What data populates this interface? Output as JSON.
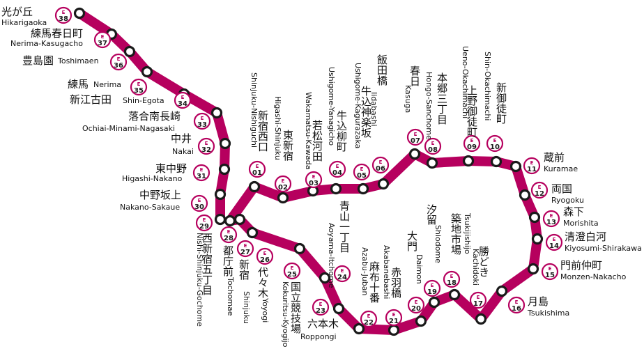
{
  "line": {
    "code": "E",
    "color": "#b6005e"
  },
  "stations": [
    {
      "num": "38",
      "jp": "光が丘",
      "en": "Hikarigaoka"
    },
    {
      "num": "37",
      "jp": "練馬春日町",
      "en": "Nerima-Kasugacho"
    },
    {
      "num": "36",
      "jp": "豊島園",
      "en": "Toshimaen"
    },
    {
      "num": "35",
      "jp": "練馬",
      "en": "Nerima"
    },
    {
      "num": "34",
      "jp": "新江古田",
      "en": "Shin-Egota"
    },
    {
      "num": "33",
      "jp": "落合南長崎",
      "en": "Ochiai-Minami-Nagasaki"
    },
    {
      "num": "32",
      "jp": "中井",
      "en": "Nakai"
    },
    {
      "num": "31",
      "jp": "東中野",
      "en": "Higashi-Nakano"
    },
    {
      "num": "30",
      "jp": "中野坂上",
      "en": "Nakano-Sakaue"
    },
    {
      "num": "29",
      "jp": "西新宿五丁目",
      "en": "Nishi-Shinjuku-Gochome"
    },
    {
      "num": "28",
      "jp": "都庁前",
      "en": "Tochomae"
    },
    {
      "num": "27",
      "jp": "新宿",
      "en": "Shinjuku"
    },
    {
      "num": "26",
      "jp": "代々木",
      "en": "Yoyogi"
    },
    {
      "num": "25",
      "jp": "国立競技場",
      "en": "Kokuritsu-Kyogijo"
    },
    {
      "num": "24",
      "jp": "青山一丁目",
      "en": "Aoyama-Itchome"
    },
    {
      "num": "23",
      "jp": "六本木",
      "en": "Roppongi"
    },
    {
      "num": "22",
      "jp": "麻布十番",
      "en": "Azabu-Juban"
    },
    {
      "num": "21",
      "jp": "赤羽橋",
      "en": "Akabanebashi"
    },
    {
      "num": "20",
      "jp": "大門",
      "en": "Daimon"
    },
    {
      "num": "19",
      "jp": "汐留",
      "en": "Shiodome"
    },
    {
      "num": "18",
      "jp": "築地市場",
      "en": "Tsukijishijo"
    },
    {
      "num": "17",
      "jp": "勝どき",
      "en": "Kachidoki"
    },
    {
      "num": "16",
      "jp": "月島",
      "en": "Tsukishima"
    },
    {
      "num": "15",
      "jp": "門前仲町",
      "en": "Monzen-Nakacho"
    },
    {
      "num": "14",
      "jp": "清澄白河",
      "en": "Kiyosumi-Shirakawa"
    },
    {
      "num": "13",
      "jp": "森下",
      "en": "Morishita"
    },
    {
      "num": "12",
      "jp": "両国",
      "en": "Ryogoku"
    },
    {
      "num": "11",
      "jp": "蔵前",
      "en": "Kuramae"
    },
    {
      "num": "10",
      "jp": "新御徒町",
      "en": "Shin-Okachimachi"
    },
    {
      "num": "09",
      "jp": "上野御徒町",
      "en": "Ueno-Okachimachi"
    },
    {
      "num": "08",
      "jp": "本郷三丁目",
      "en": "Hongo-Sanchome"
    },
    {
      "num": "07",
      "jp": "春日",
      "en": "Kasuga"
    },
    {
      "num": "06",
      "jp": "飯田橋",
      "en": "Iidabashi"
    },
    {
      "num": "05",
      "jp": "牛込神楽坂",
      "en": "Ushigome-Kagurazaka"
    },
    {
      "num": "04",
      "jp": "牛込柳町",
      "en": "Ushigome-Yanagicho"
    },
    {
      "num": "03",
      "jp": "若松河田",
      "en": "Wakamatsu-Kawada"
    },
    {
      "num": "02",
      "jp": "東新宿",
      "en": "Higashi-Shinjuku"
    },
    {
      "num": "01",
      "jp": "新宿西口",
      "en": "Shinjuku-Nishiguchi"
    }
  ]
}
